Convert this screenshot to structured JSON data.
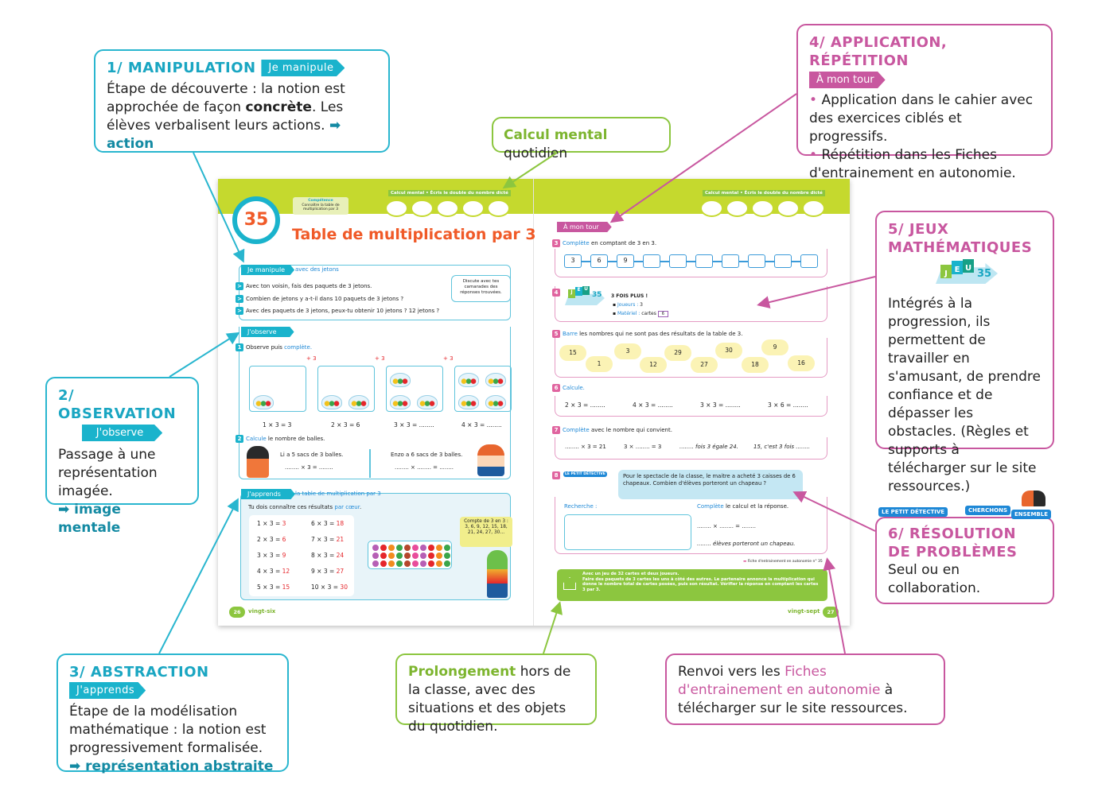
{
  "colors": {
    "cyan": "#29b6cf",
    "green": "#8cc63f",
    "pink": "#c8579f",
    "lime": "#c5d92e",
    "orange": "#f05a28"
  },
  "callouts": {
    "manipulation": {
      "title": "1/ MANIPULATION",
      "tag": "Je manipule",
      "text1": "Étape de découverte : la notion est approchée de façon ",
      "bold": "concrète",
      "text2": ". Les élèves verbalisent leurs actions.",
      "arrow": "➡",
      "keyword": "action"
    },
    "observation": {
      "title": "2/ OBSERVATION",
      "tag": "J'observe",
      "text": "Passage à une représentation imagée.",
      "arrow": "➡",
      "keyword": "image mentale"
    },
    "abstraction": {
      "title": "3/ ABSTRACTION",
      "tag": "J'apprends",
      "text": "Étape de la modélisation mathématique : la notion est progressivement formalisée.",
      "arrow": "➡",
      "keyword": "représentation abstraite"
    },
    "application": {
      "title": "4/ APPLICATION, RÉPÉTITION",
      "tag": "À mon tour",
      "bullets": [
        "Application dans le cahier avec des exercices ciblés et progressifs.",
        "Répétition dans les Fiches d'entrainement en autonomie."
      ]
    },
    "jeux": {
      "title": "5/ JEUX MATHÉMATIQUES",
      "icon_letters": [
        "J",
        "E",
        "U"
      ],
      "icon_number": "35",
      "text": "Intégrés à la progression, ils permettent de travailler en s'amusant, de prendre confiance et de dépasser les obstacles. (Règles et supports à télécharger sur le site ressources.)"
    },
    "resolution": {
      "title": "6/ RÉSOLUTION DE PROBLÈMES",
      "badge1": "LE PETIT DÉTECTIVE",
      "badge2": "CHERCHONS",
      "badge3": "ENSEMBLE",
      "text": "Seul ou en collaboration."
    },
    "calcul": {
      "highlight": "Calcul mental",
      "text": " quotidien"
    },
    "prolongement": {
      "highlight": "Prolongement",
      "text": " hors de la classe, avec des situations et des objets du quotidien."
    },
    "renvoi": {
      "text1": "Renvoi vers les ",
      "highlight": "Fiches d'entrainement en autonomie",
      "text2": " à télécharger sur le site ressources."
    }
  },
  "book": {
    "calcul_label": "Calcul mental • Écris le double du nombre dicté",
    "left": {
      "lesson_number": "35",
      "competence_title": "Compétence",
      "competence_text": "Connaître la table de multiplication par 3",
      "title": "Table de multiplication par 3",
      "manipule_tab": "Je manipule",
      "manipule_sub": "avec des jetons",
      "manipule_items": [
        "Avec ton voisin, fais des paquets de 3 jetons.",
        "Combien de jetons y a-t-il dans 10 paquets de 3 jetons ?",
        "Avec des paquets de 3 jetons, peux-tu obtenir 10 jetons ? 12 jetons ?"
      ],
      "discuss": "Discute avec tes camarades des réponses trouvées.",
      "observe_tab": "J'observe",
      "ex1_num": "1",
      "ex1_a": "Observe puis ",
      "ex1_b": "complète.",
      "plus": "+ 3",
      "frames_eq": [
        "1 × 3 = 3",
        "2 × 3 = 6",
        "3 × 3 = ........",
        "4 × 3 = ........"
      ],
      "ex2_num": "2",
      "ex2_a": "Calcule",
      "ex2_b": " le nombre de balles.",
      "li_text": "Li a 5 sacs de 3 balles.",
      "li_eq": "........ × 3 = ........",
      "enzo_text": "Enzo a 6 sacs de 3 balles.",
      "enzo_eq": "........ × ........ = ........",
      "apprends_tab": "J'apprends",
      "apprends_sub": "la table de multiplication par 3",
      "apprends_intro": "Tu dois connaître ces résultats ",
      "apprends_blue": "par cœur",
      "table": [
        [
          "1 × 3 = ",
          "3"
        ],
        [
          "2 × 3 = ",
          "6"
        ],
        [
          "3 × 3 = ",
          "9"
        ],
        [
          "4 × 3 = ",
          "12"
        ],
        [
          "5 × 3 = ",
          "15"
        ],
        [
          "6 × 3 = ",
          "18"
        ],
        [
          "7 × 3 = ",
          "21"
        ],
        [
          "8 × 3 = ",
          "24"
        ],
        [
          "9 × 3 = ",
          "27"
        ],
        [
          "10 × 3 = ",
          "30"
        ]
      ],
      "frog_bubble": "Compte de 3 en 3 : 3, 6, 9, 12, 15, 18, 21, 24, 27, 30…",
      "page_num": "26",
      "page_word": "vingt-six"
    },
    "right": {
      "tour_tab": "À mon tour",
      "ex3_num": "3",
      "ex3_a": "Complète",
      "ex3_b": " en comptant de 3 en 3.",
      "sequence": [
        "3",
        "6",
        "9",
        "",
        "",
        "",
        "",
        "",
        "",
        ""
      ],
      "ex4_num": "4",
      "jeu_letters": [
        "J",
        "E",
        "U"
      ],
      "jeu_number": "35",
      "jeu_title": "3 FOIS PLUS !",
      "players_label": "Joueurs :",
      "players": "3",
      "material_label": "Matériel :",
      "material": "cartes",
      "card": "6",
      "ex5_num": "5",
      "ex5_a": "Barre",
      "ex5_b": " les nombres qui ne sont pas des résultats de la table de 3.",
      "clouds": [
        "15",
        "1",
        "3",
        "12",
        "29",
        "27",
        "30",
        "18",
        "9",
        "16"
      ],
      "ex6_num": "6",
      "ex6_a": "Calcule.",
      "ex6_eqs": [
        "2 × 3 = ........",
        "4 × 3 = ........",
        "3 × 3 = ........",
        "3 × 6 = ........"
      ],
      "ex7_num": "7",
      "ex7_a": "Complète",
      "ex7_b": " avec le nombre qui convient.",
      "ex7_eqs": [
        "........ × 3 = 21",
        "3 × ........ = 3",
        "........ fois 3 égale 24.",
        "15, c'est 3 fois ........"
      ],
      "ex8_num": "8",
      "detective": "LE PETIT DÉTECTIVE",
      "problem": "Pour le spectacle de la classe, le maitre a acheté 3 caisses de 6 chapeaux. Combien d'élèves porteront un chapeau ?",
      "recherche": "Recherche :",
      "complete_a": "Complète",
      "complete_b": " le calcul et la réponse.",
      "calc_eq": "........ × ........ = ........",
      "answer": "........ élèves porteront un chapeau.",
      "fiche": "Fiche d'entrainement en autonomie n° 35",
      "home_title": "Avec un jeu de 32 cartes et deux joueurs.",
      "home_text": "Faire des paquets de 3 cartes les uns à côté des autres. Le partenaire annonce la multiplication qui donne le nombre total de cartes posées, puis son résultat. Vérifier la réponse en comptant les cartes 3 par 3.",
      "page_num": "27",
      "page_word": "vingt-sept"
    }
  }
}
